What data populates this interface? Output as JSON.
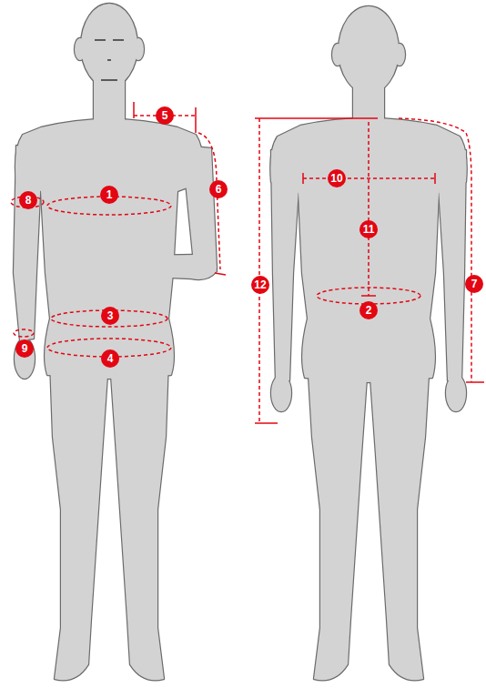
{
  "diagram": {
    "labels": [
      "5",
      "6",
      "10",
      "8",
      "1",
      "11",
      "12",
      "7",
      "2",
      "3",
      "9",
      "4"
    ]
  }
}
